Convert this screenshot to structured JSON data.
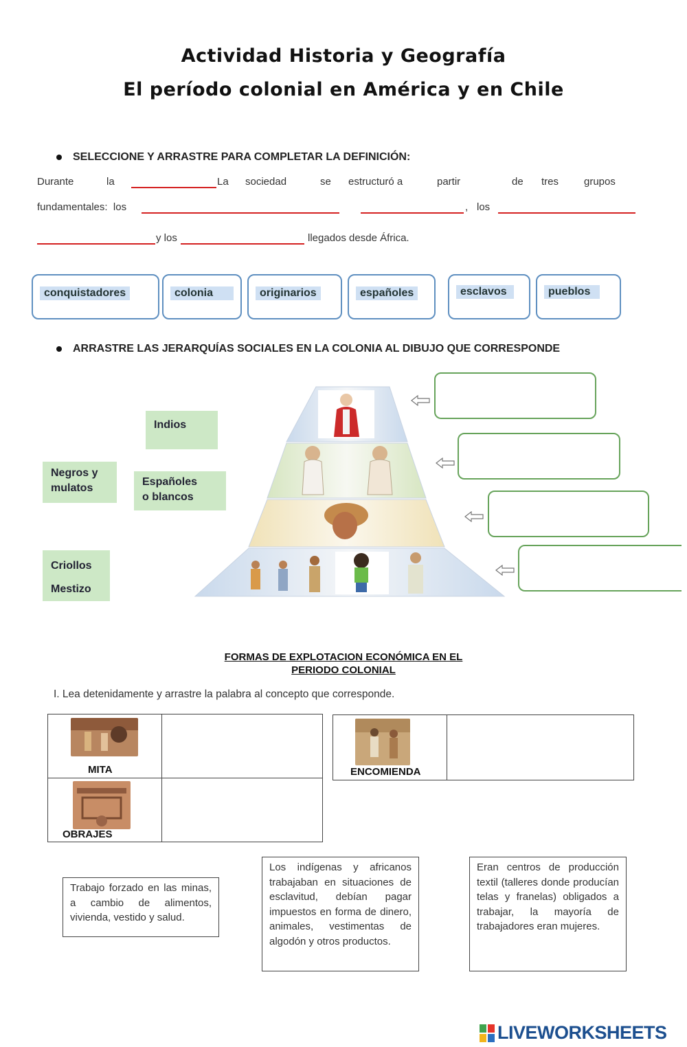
{
  "header": {
    "title_line1": "Actividad Historia y Geografía",
    "title_line2": "El período colonial en América y en Chile"
  },
  "section1": {
    "instruction": "SELECCIONE Y ARRASTRE PARA COMPLETAR LA DEFINICIÓN:",
    "line1": [
      "Durante",
      "la",
      "La",
      "sociedad",
      "se",
      "estructuró a",
      "partir",
      "de",
      "tres",
      "grupos"
    ],
    "line2_start": "fundamentales:  los",
    "line2_comma": ",",
    "line2_los": "los",
    "line3_ylos": "y los",
    "line3_end": "llegados desde África.",
    "word_bank": [
      "conquistadores",
      "colonia",
      "originarios",
      "españoles",
      "esclavos",
      "pueblos"
    ]
  },
  "section2": {
    "instruction": "ARRASTRE LAS JERARQUÍAS SOCIALES EN LA COLONIA AL DIBUJO QUE CORRESPONDE",
    "labels": {
      "indios": "Indios",
      "negros_1": "Negros y",
      "negros_2": "mulatos",
      "espanoles_1": "Españoles",
      "espanoles_2": "o blancos",
      "criollos": "Criollos",
      "mestizo": "Mestizo"
    }
  },
  "section3": {
    "title_1": "FORMAS DE EXPLOTACION ECONÓMICA EN EL",
    "title_2": "PERIODO COLONIAL",
    "instruction": "I. Lea detenidamente y arrastre la palabra al concepto que corresponde.",
    "concepts": {
      "mita": "MITA",
      "obrajes": "OBRAJES",
      "encomienda": "ENCOMIENDA"
    },
    "definitions": [
      "Trabajo forzado en las minas, a cambio de alimentos, vivienda, vestido y salud.",
      "Los indígenas y africanos trabajaban en situaciones de esclavitud, debían pagar impuestos en forma de dinero, animales, vestimentas de algodón y otros productos.",
      "Eran centros de producción textil (talleres donde producían telas y franelas) obligados a trabajar, la mayoría de trabajadores eran mujeres."
    ]
  },
  "footer": {
    "brand": "LIVEWORKSHEETS"
  },
  "colors": {
    "blank_line": "#d42020",
    "word_box_border": "#5e8fc0",
    "word_highlight": "#cfe0f3",
    "green_label": "#cde8c6",
    "drop_box_border": "#66a35a"
  }
}
